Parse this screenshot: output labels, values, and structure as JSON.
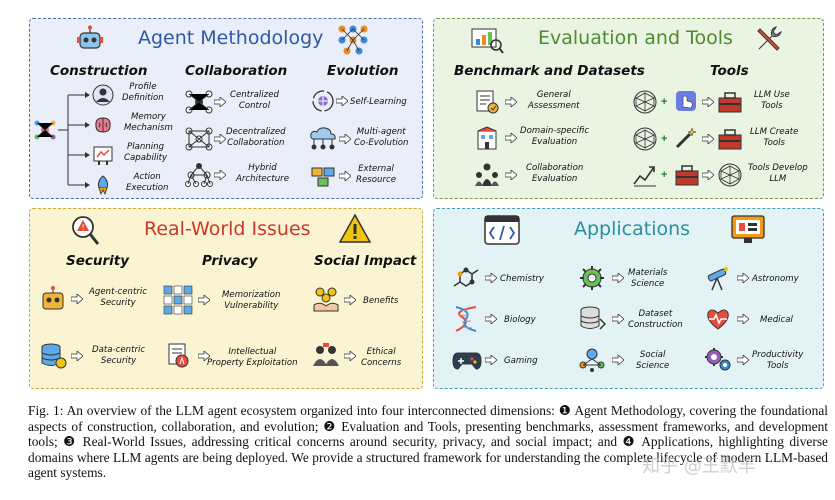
{
  "methodology": {
    "title": "Agent Methodology",
    "construction": {
      "heading": "Construction",
      "items": [
        "Profile\nDefinition",
        "Memory\nMechanism",
        "Planning\nCapability",
        "Action\nExecution"
      ]
    },
    "collaboration": {
      "heading": "Collaboration",
      "items": [
        "Centralized\nControl",
        "Decentralized\nCollaboration",
        "Hybrid\nArchitecture"
      ]
    },
    "evolution": {
      "heading": "Evolution",
      "items": [
        "Self-Learning",
        "Multi-agent\nCo-Evolution",
        "External\nResource"
      ]
    }
  },
  "evaluation": {
    "title": "Evaluation and Tools",
    "benchmark": {
      "heading": "Benchmark and Datasets",
      "items": [
        "General\nAssessment",
        "Domain-specific\nEvaluation",
        "Collaboration\nEvaluation"
      ]
    },
    "tools": {
      "heading": "Tools",
      "items": [
        "LLM Use\nTools",
        "LLM Create\nTools",
        "Tools Develop\nLLM"
      ]
    }
  },
  "issues": {
    "title": "Real-World Issues",
    "security": {
      "heading": "Security",
      "items": [
        "Agent-centric\nSecurity",
        "Data-centric\nSecurity"
      ]
    },
    "privacy": {
      "heading": "Privacy",
      "items": [
        "Memorization\nVulnerability",
        "Intellectual\nProperty Exploitation"
      ]
    },
    "social": {
      "heading": "Social Impact",
      "items": [
        "Benefits",
        "Ethical\nConcerns"
      ]
    }
  },
  "applications": {
    "title": "Applications",
    "items": [
      "Chemistry",
      "Materials\nScience",
      "Astronomy",
      "Biology",
      "Dataset\nConstruction",
      "Medical",
      "Gaming",
      "Social\nScience",
      "Productivity\nTools"
    ]
  },
  "caption": {
    "text": "Fig. 1: An overview of the LLM agent ecosystem organized into four interconnected dimensions: ❶ Agent Methodology, covering the foundational aspects of construction, collaboration, and evolution; ❷ Evaluation and Tools, presenting benchmarks, assessment frameworks, and development tools; ❸ Real-World Issues, addressing critical concerns around security, privacy, and social impact; and ❹ Applications, highlighting diverse domains where LLM agents are being deployed. We provide a structured framework for understanding the complete lifecycle of modern LLM-based agent systems.",
    "watermark": "知乎 @王默丰"
  },
  "colors": {
    "methodology": "#2e59a6",
    "evaluation": "#4f8a2c",
    "issues": "#c8392b",
    "applications": "#2a8f9e"
  }
}
